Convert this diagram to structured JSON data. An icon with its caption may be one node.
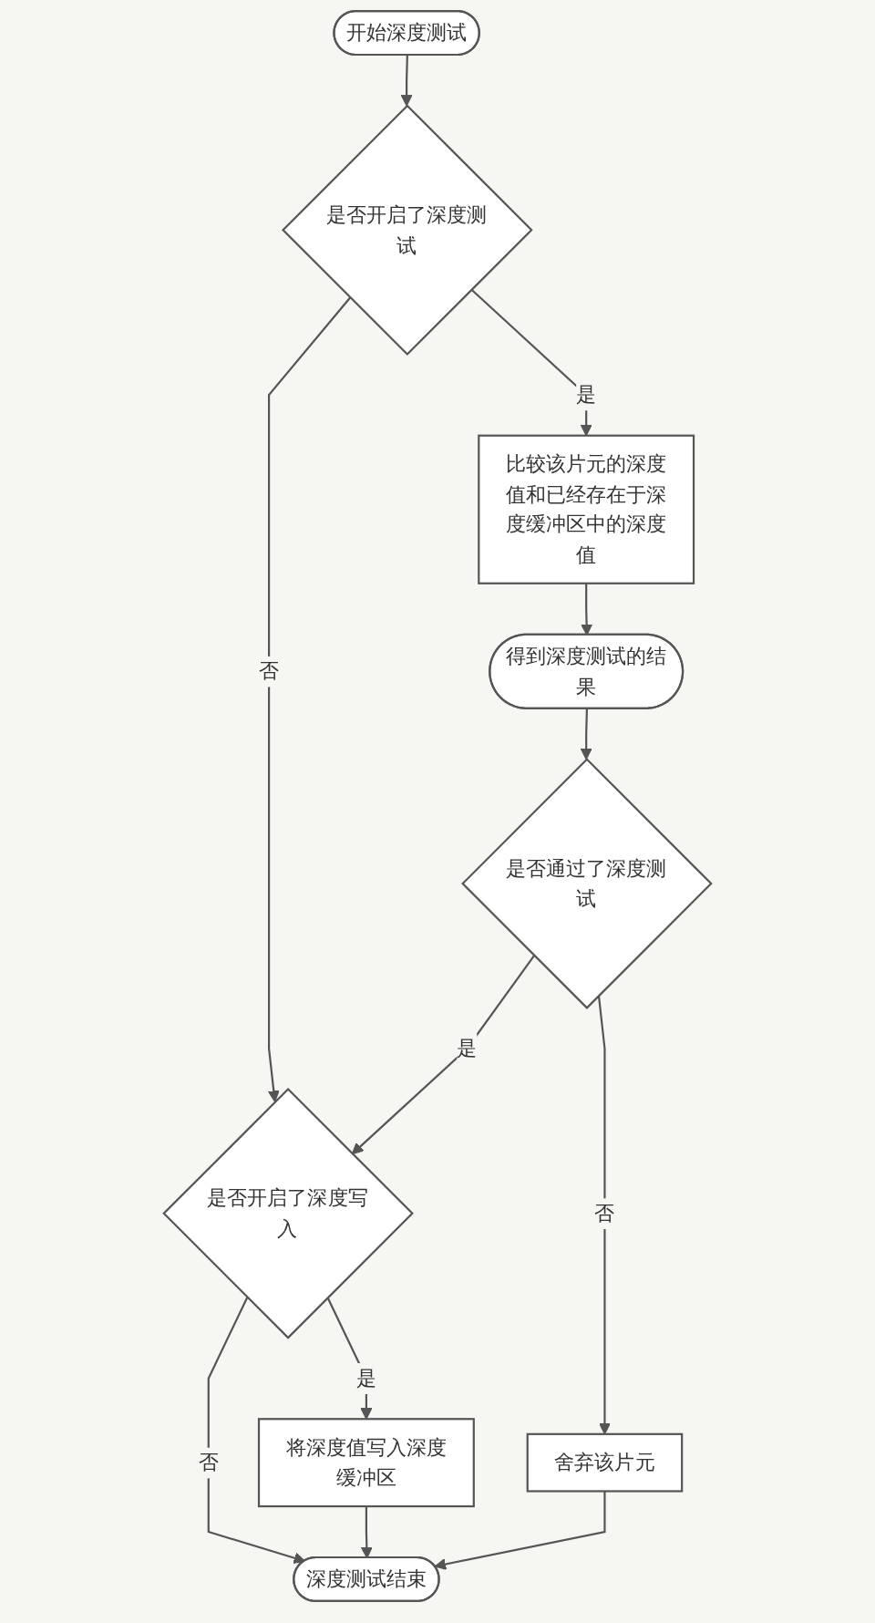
{
  "diagram": {
    "nodes": [
      {
        "text": [
          "开始深度测试"
        ]
      },
      {
        "text": [
          "是否开启了深度测试"
        ]
      },
      {
        "text": [
          "比较该片元的深度值和已经存在于深度缓冲区中的深度值"
        ]
      },
      {
        "text": [
          "得到深度测试的结果"
        ]
      },
      {
        "text": [
          "是否通过了深度测试"
        ]
      },
      {
        "text": [
          "是否开启了深度写入"
        ]
      },
      {
        "text": [
          "将深度值写入深度缓冲区"
        ]
      },
      {
        "text": [
          "舍弃该片元"
        ]
      },
      {
        "text": [
          "深度测试结束"
        ]
      }
    ],
    "edges": [
      {
        "from": 0,
        "to": 1,
        "arrow": "to"
      },
      {
        "from": 1,
        "to": 2,
        "arrow": "to",
        "label": "是"
      },
      {
        "from": 1,
        "to": 5,
        "arrow": "to",
        "label": "否"
      },
      {
        "from": 2,
        "to": 3,
        "arrow": "to"
      },
      {
        "from": 3,
        "to": 4,
        "arrow": "to"
      },
      {
        "from": 4,
        "to": 7,
        "arrow": "to",
        "label": "否"
      },
      {
        "from": 4,
        "to": 5,
        "arrow": "to",
        "label": "是"
      },
      {
        "from": 5,
        "to": 6,
        "arrow": "to",
        "label": "是"
      },
      {
        "from": 5,
        "to": 8,
        "arrow": "to",
        "label": "否"
      },
      {
        "from": 6,
        "to": 8,
        "arrow": "to"
      },
      {
        "from": 7,
        "to": 8,
        "arrow": "to"
      }
    ]
  }
}
